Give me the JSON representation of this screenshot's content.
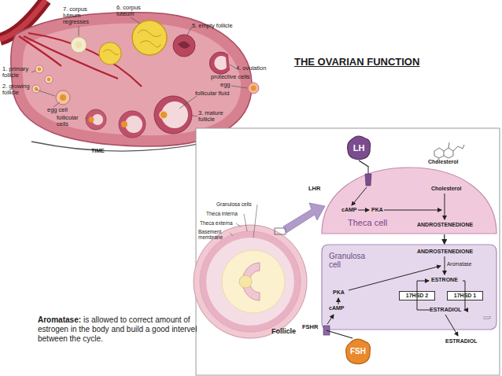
{
  "diagram": {
    "title": "THE OVARIAN FUNCTION",
    "nodes": [
      {
        "text": [
          "LH"
        ]
      },
      {
        "text": [
          "Cholesterol",
          "cAMP",
          "PKA",
          "Theca cell",
          "ANDROSTENEDIONE"
        ]
      },
      {
        "text": [
          "Granulosa cell",
          "ANDROSTENEDIONE",
          "Aromatase",
          "PKA",
          "ESTRONE",
          "cAMP",
          "ESTRADIOL"
        ]
      },
      {
        "text": [
          "17HSD 2"
        ],
        "in": 2
      },
      {
        "text": [
          "17HSD 1"
        ],
        "in": 2
      },
      {
        "text": [
          "FSH"
        ]
      }
    ],
    "edges": [
      {
        "from": 0,
        "to": 1,
        "arrow": "none"
      },
      {
        "from": 1,
        "to": 2,
        "arrow": "to"
      },
      {
        "from": 5,
        "to": 2,
        "arrow": "none"
      }
    ],
    "labels": [
      "7. corpus luteum regresses",
      "6. corpus luteum",
      "5. empty follicle",
      "4. ovulation",
      "protective cells",
      "egg",
      "follicular fluid",
      "3. mature follicle",
      "1. primary follicle",
      "2. growing follicle",
      "egg cell",
      "follicular cells",
      "TIME",
      "Cholesterol",
      "LHR",
      "Granulosa cells",
      "Theca interna",
      "Theca externa",
      "Basement membrane",
      "Follicle",
      "FSHR",
      "ESTRADIOL",
      "CCF",
      "Aromatase:",
      "is allowed to correct amount of estrogen in the body and build a good intervel between the cycle."
    ]
  }
}
